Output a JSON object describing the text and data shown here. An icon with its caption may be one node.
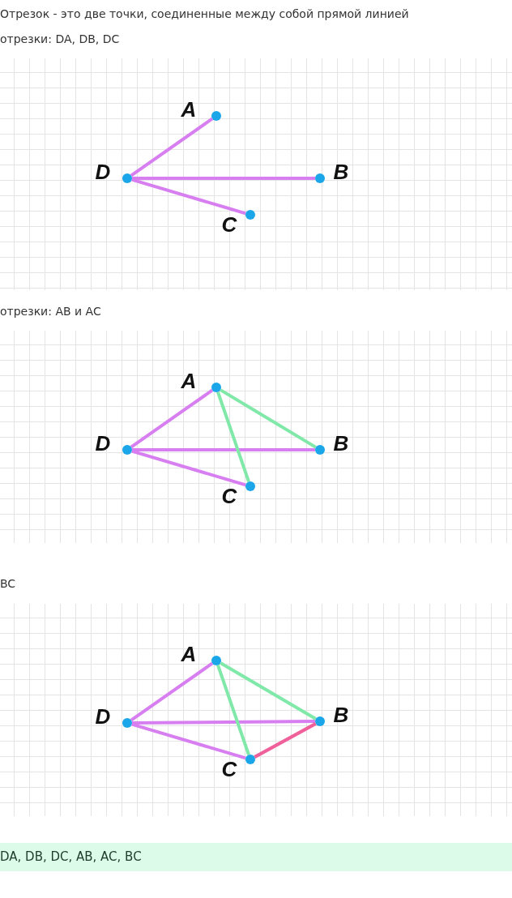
{
  "diagram": {
    "nodes": [
      {
        "text": [],
        "shape": "box"
      },
      {
        "text": [
          "A"
        ],
        "in": 0
      },
      {
        "text": [
          "D"
        ],
        "in": 0
      },
      {
        "text": [
          "B"
        ],
        "in": 0
      },
      {
        "text": [
          "C"
        ],
        "in": 0
      },
      {
        "text": [],
        "shape": "box"
      },
      {
        "text": [
          "A"
        ],
        "in": 5
      },
      {
        "text": [
          "D"
        ],
        "in": 5
      },
      {
        "text": [
          "B"
        ],
        "in": 5
      },
      {
        "text": [
          "C"
        ],
        "in": 5
      },
      {
        "text": [],
        "shape": "box"
      },
      {
        "text": [
          "A"
        ],
        "in": 10
      },
      {
        "text": [
          "D"
        ],
        "in": 10
      },
      {
        "text": [
          "B"
        ],
        "in": 10
      },
      {
        "text": [
          "C"
        ],
        "in": 10
      }
    ],
    "edges": [
      {
        "from": 2,
        "to": 1,
        "arrow": "none"
      },
      {
        "from": 2,
        "to": 3,
        "arrow": "none"
      },
      {
        "from": 2,
        "to": 4,
        "arrow": "none"
      },
      {
        "from": 7,
        "to": 6,
        "arrow": "none"
      },
      {
        "from": 7,
        "to": 8,
        "arrow": "none"
      },
      {
        "from": 7,
        "to": 9,
        "arrow": "none"
      },
      {
        "from": 6,
        "to": 8,
        "arrow": "none",
        "color": "#80e8a8"
      },
      {
        "from": 6,
        "to": 9,
        "arrow": "none",
        "color": "#80e8a8"
      },
      {
        "from": 12,
        "to": 11,
        "arrow": "none"
      },
      {
        "from": 12,
        "to": 13,
        "arrow": "none"
      },
      {
        "from": 12,
        "to": 14,
        "arrow": "none"
      },
      {
        "from": 11,
        "to": 13,
        "arrow": "none",
        "color": "#80e8a8"
      },
      {
        "from": 11,
        "to": 14,
        "arrow": "none",
        "color": "#80e8a8"
      },
      {
        "from": 14,
        "to": 13,
        "arrow": "none",
        "color": "#f0609a"
      }
    ],
    "labels": [
      "Отрезок - это две точки, соединенные между собой прямой линией",
      "отрезки: DA, DB, DC",
      "отрезки: AB и AC",
      "BC",
      "DA, DB, DC, AB, AC, BC"
    ]
  }
}
